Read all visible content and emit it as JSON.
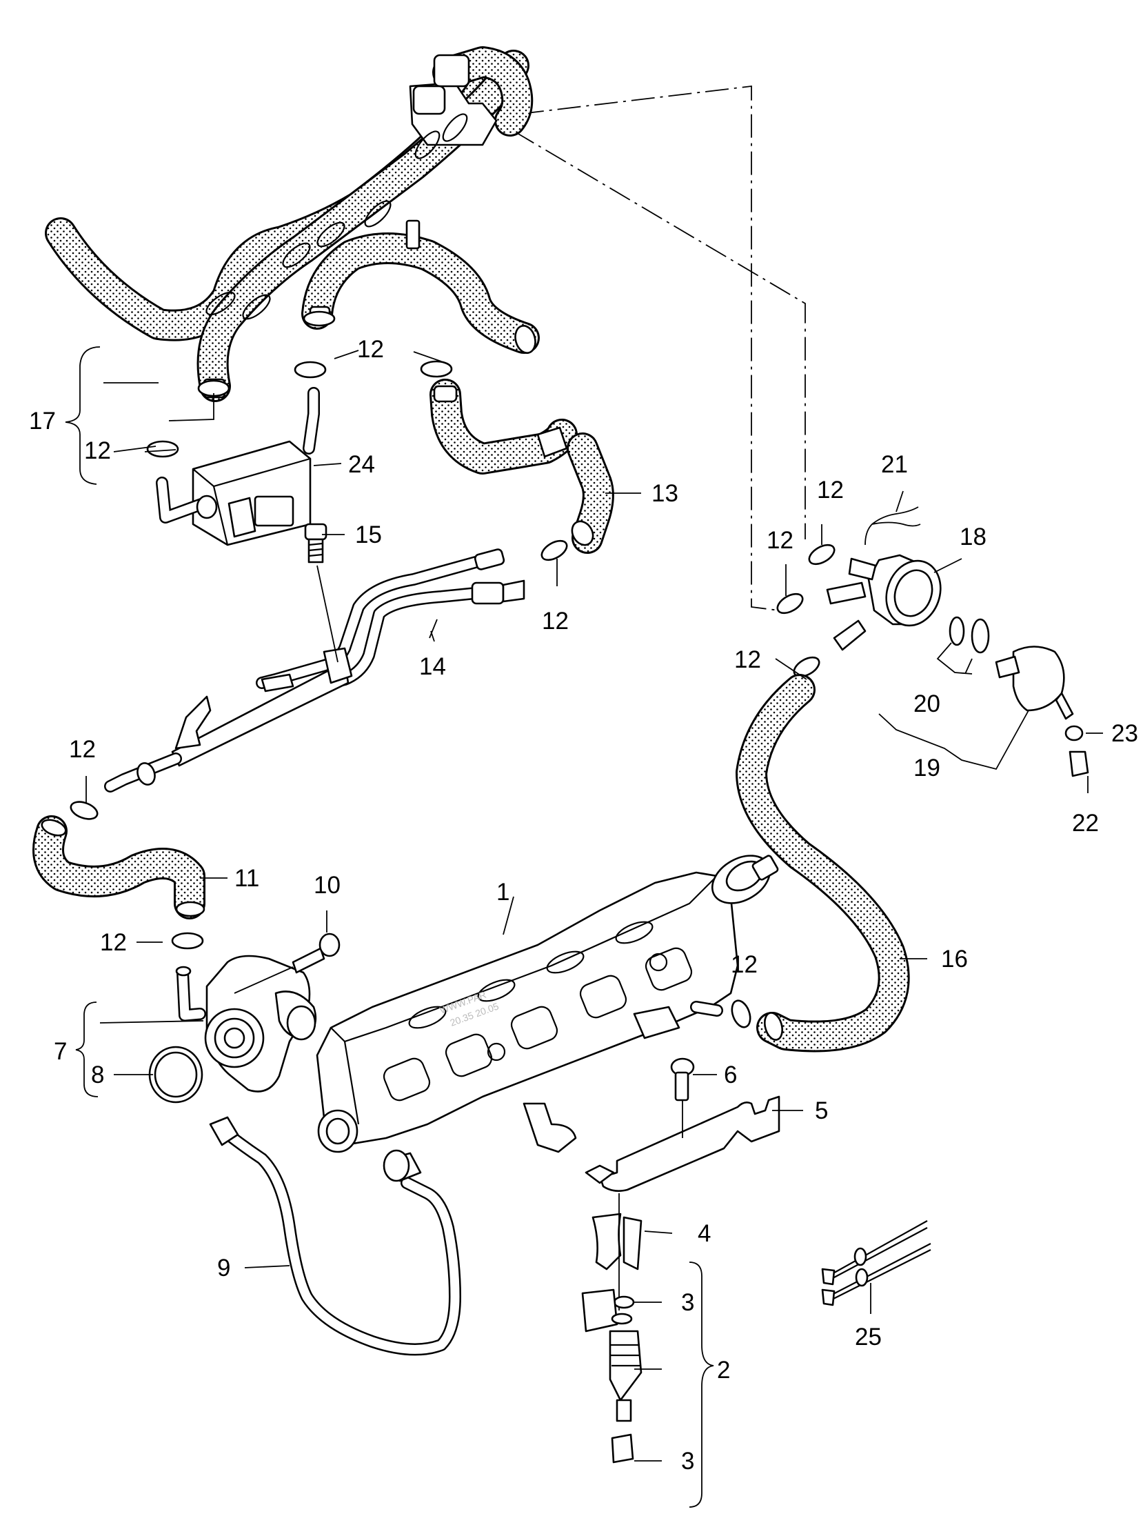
{
  "watermark": [
    "WWW.PAR",
    "20.35 20.05"
  ],
  "labels": {
    "l1": "1",
    "l2": "2",
    "l3a": "3",
    "l3b": "3",
    "l4": "4",
    "l5": "5",
    "l6": "6",
    "l7": "7",
    "l8": "8",
    "l9": "9",
    "l10": "10",
    "l11": "11",
    "l12a": "12",
    "l12b": "12",
    "l12c": "12",
    "l12d": "12",
    "l12e": "12",
    "l12f": "12",
    "l12g": "12",
    "l12h": "12",
    "l12i": "12",
    "l13": "13",
    "l14": "14",
    "l15": "15",
    "l16": "16",
    "l17": "17",
    "l18": "18",
    "l19": "19",
    "l20": "20",
    "l21": "21",
    "l22": "22",
    "l23": "23",
    "l24": "24",
    "l25": "25"
  }
}
